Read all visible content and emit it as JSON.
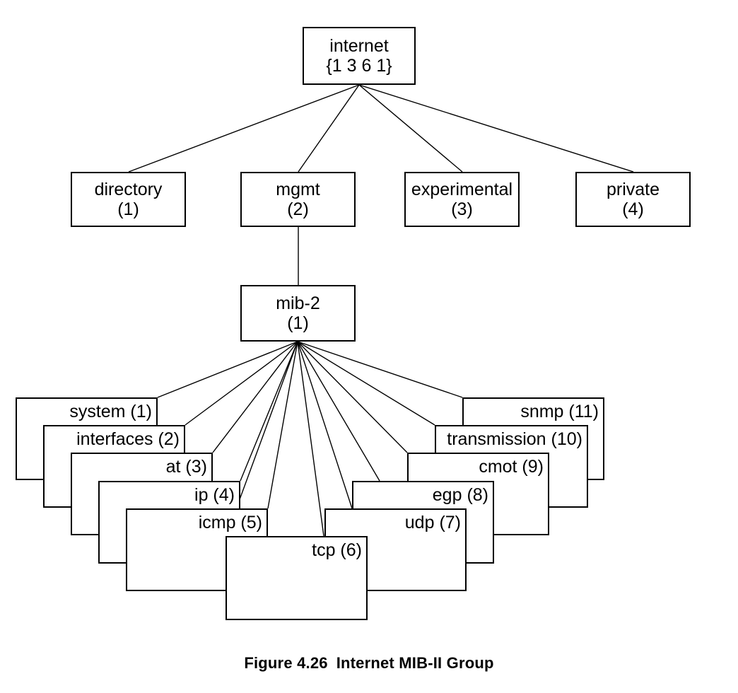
{
  "figure": {
    "caption_label": "Figure 4.26",
    "caption_title": "Internet MIB-II Group",
    "line_color": "#000000",
    "box_border_color": "#000000",
    "background_color": "#ffffff"
  },
  "tree": {
    "root": {
      "name": "internet",
      "oid": "{1 3 6 1}"
    },
    "level2": [
      {
        "name": "directory",
        "oid": "(1)"
      },
      {
        "name": "mgmt",
        "oid": "(2)"
      },
      {
        "name": "experimental",
        "oid": "(3)"
      },
      {
        "name": "private",
        "oid": "(4)"
      }
    ],
    "mib2": {
      "name": "mib-2",
      "oid": "(1)"
    },
    "mib2_groups": [
      {
        "label": "system (1)",
        "name": "system",
        "number": 1
      },
      {
        "label": "interfaces (2)",
        "name": "interfaces",
        "number": 2
      },
      {
        "label": "at (3)",
        "name": "at",
        "number": 3
      },
      {
        "label": "ip (4)",
        "name": "ip",
        "number": 4
      },
      {
        "label": "icmp (5)",
        "name": "icmp",
        "number": 5
      },
      {
        "label": "tcp (6)",
        "name": "tcp",
        "number": 6
      },
      {
        "label": "udp (7)",
        "name": "udp",
        "number": 7
      },
      {
        "label": "egp (8)",
        "name": "egp",
        "number": 8
      },
      {
        "label": "cmot (9)",
        "name": "cmot",
        "number": 9
      },
      {
        "label": "transmission (10)",
        "name": "transmission",
        "number": 10
      },
      {
        "label": "snmp (11)",
        "name": "snmp",
        "number": 11
      }
    ]
  }
}
